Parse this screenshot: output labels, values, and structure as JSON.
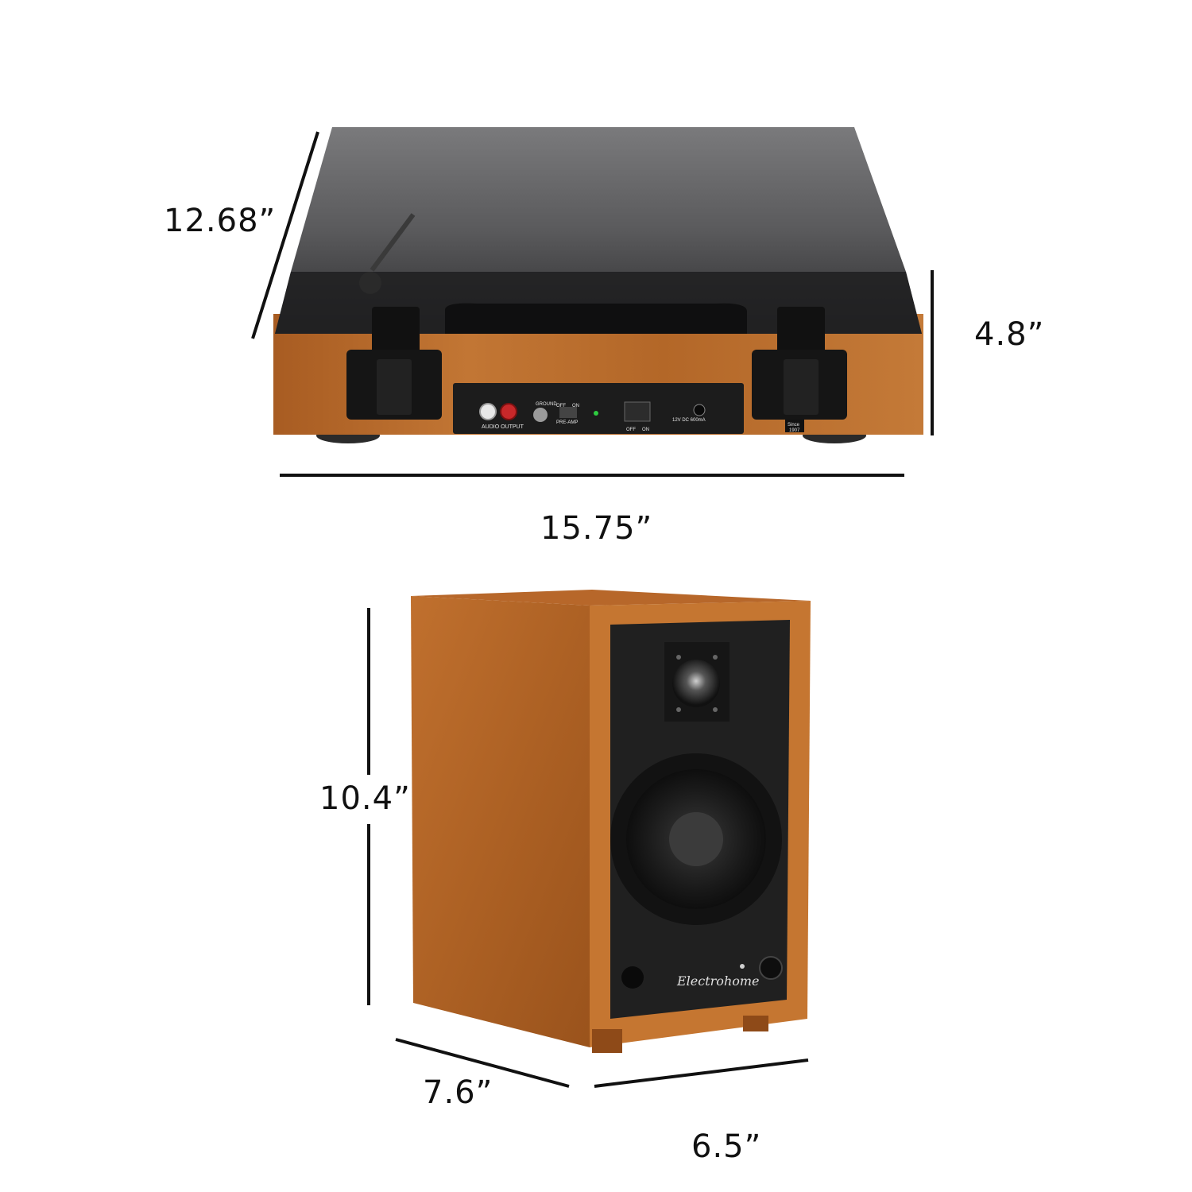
{
  "dimensions": {
    "turntable_depth": "12.68”",
    "turntable_height": "4.8”",
    "turntable_width": "15.75”",
    "speaker_height": "10.4”",
    "speaker_depth": "7.6”",
    "speaker_width": "6.5”"
  },
  "turntable_panel": {
    "audio_output": "AUDIO OUTPUT",
    "ground": "GROUND",
    "off": "OFF",
    "on": "ON",
    "pre_amp": "PRE-AMP",
    "power_off": "OFF",
    "power_on": "ON",
    "dc_rating": "12V DC 600mA",
    "since": "Since",
    "year": "1907"
  },
  "speaker": {
    "brand": "Electrohome"
  },
  "colors": {
    "wood": "#b8692a",
    "wood_dark": "#8e4a18",
    "lid": "#3a3a3c",
    "panel": "#1c1c1c",
    "baffle": "#232323"
  }
}
